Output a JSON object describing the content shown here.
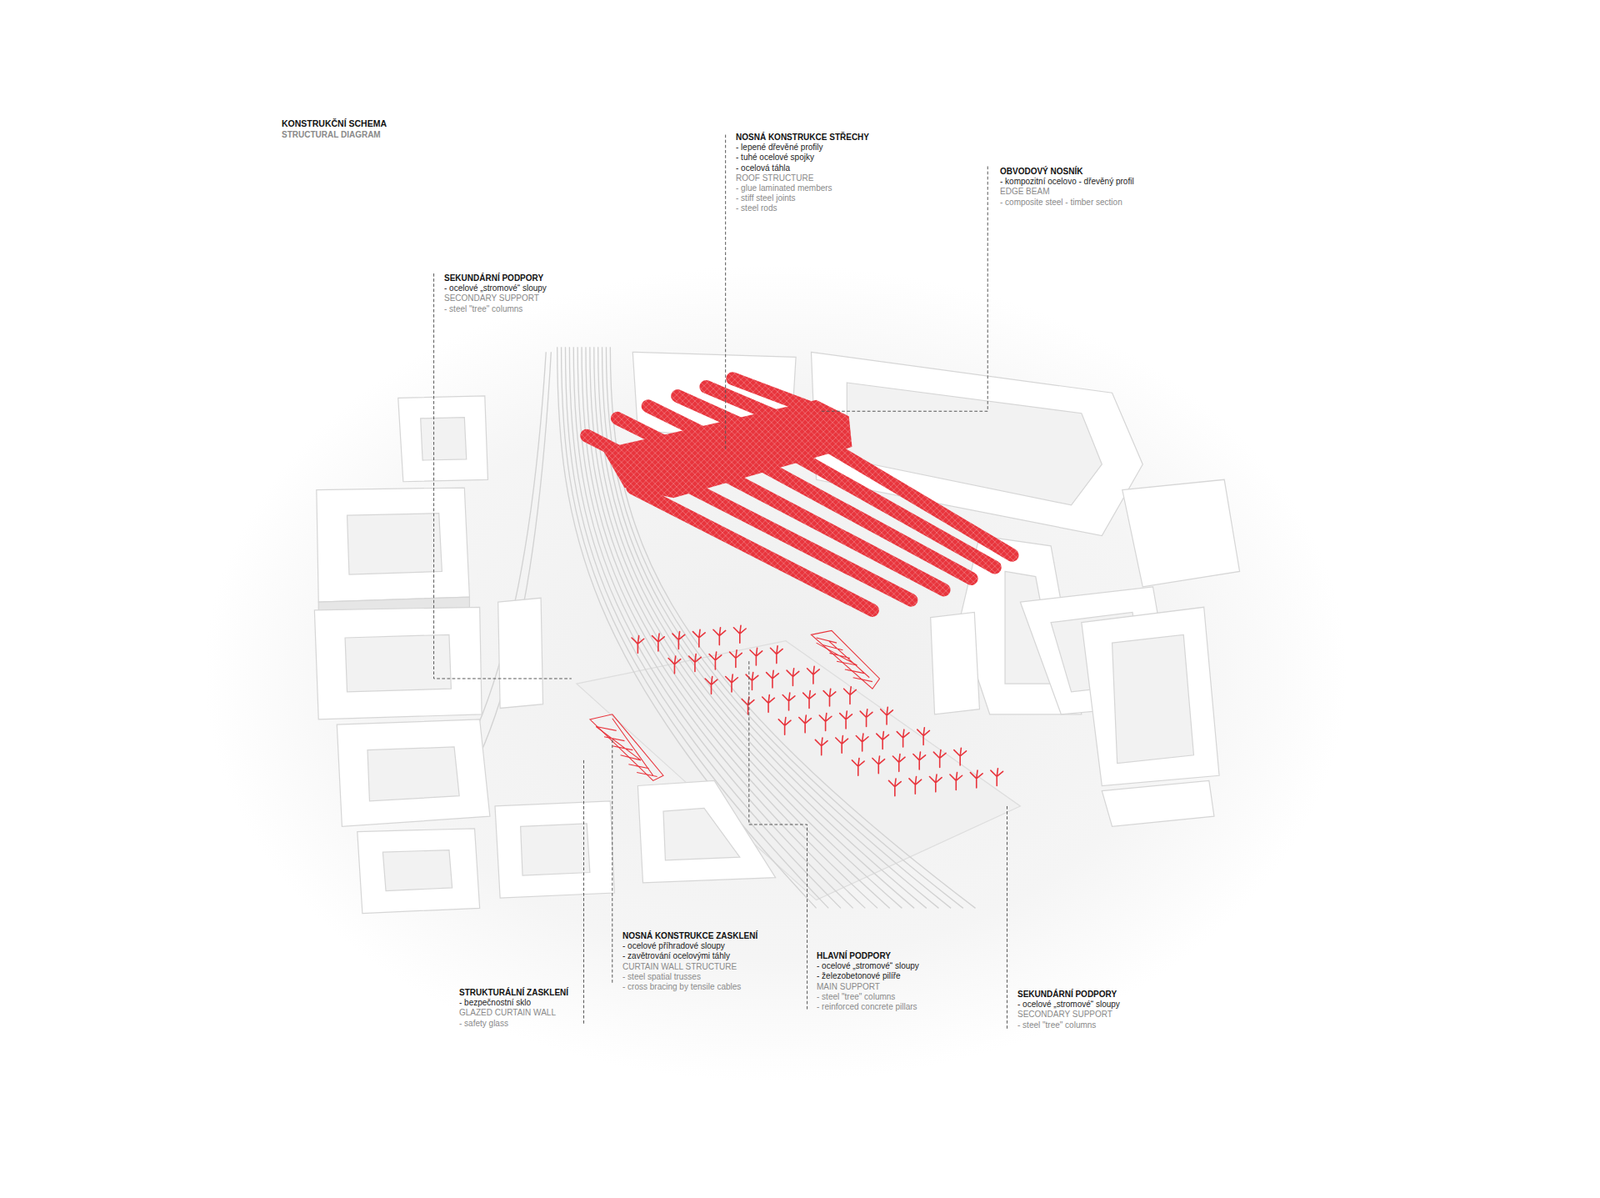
{
  "diagram": {
    "title": "KONSTRUKČNÍ SCHEMA",
    "labels": [
      "STRUCTURAL DIAGRAM",
      "NOSNÁ KONSTRUKCE STŘECHY",
      "- lepené dřevěné profily",
      "- tuhé ocelové spojky",
      "- ocelová táhla",
      "ROOF STRUCTURE",
      "- glue laminated members",
      "- stiff steel joints",
      "- steel rods",
      "OBVODOVÝ NOSNÍK",
      "- kompozitní ocelovo - dřevěný profil",
      "EDGE BEAM",
      "- composite steel - timber section",
      "SEKUNDÁRNÍ PODPORY",
      "- ocelové „stromové“ sloupy",
      "SECONDARY SUPPORT",
      "- steel \"tree\" columns",
      "NOSNÁ KONSTRUKCE ZASKLENÍ",
      "- ocelové příhradové sloupy",
      "- zavětrování ocelovými táhly",
      "CURTAIN WALL STRUCTURE",
      "- steel spatial trusses",
      "- cross bracing by tensile cables",
      "HLAVNÍ PODPORY",
      "- ocelové „stromové“ sloupy",
      "- železobetonové pilíře",
      "MAIN SUPPORT",
      "- steel \"tree\" columns",
      "- reinforced concrete pillars",
      "STRUKTURÁLNÍ ZASKLENÍ",
      "- bezpečnostní sklo",
      "GLAZED CURTAIN WALL",
      "- safety glass",
      "SEKUNDÁRNÍ PODPORY",
      "- ocelové „stromové“ sloupy",
      "SECONDARY SUPPORT",
      "- steel \"tree\" columns"
    ]
  }
}
